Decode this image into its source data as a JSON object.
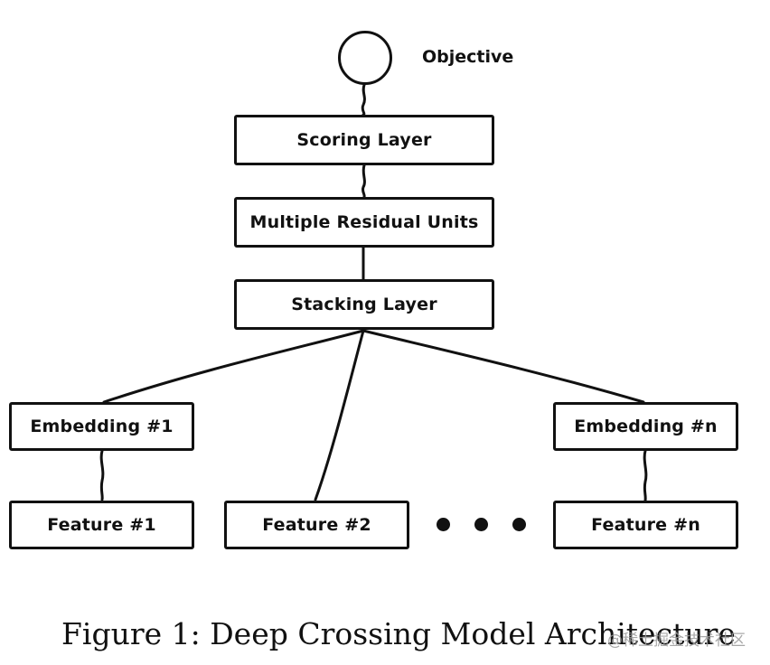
{
  "diagram": {
    "objective_label": "Objective",
    "scoring_layer": "Scoring Layer",
    "residual_units": "Multiple Residual Units",
    "stacking_layer": "Stacking Layer",
    "embedding_1": "Embedding #1",
    "embedding_n": "Embedding #n",
    "feature_1": "Feature #1",
    "feature_2": "Feature #2",
    "feature_n": "Feature #n"
  },
  "caption": "Figure 1: Deep Crossing Model Architecture",
  "watermark": "@稀土掘金技术社区"
}
